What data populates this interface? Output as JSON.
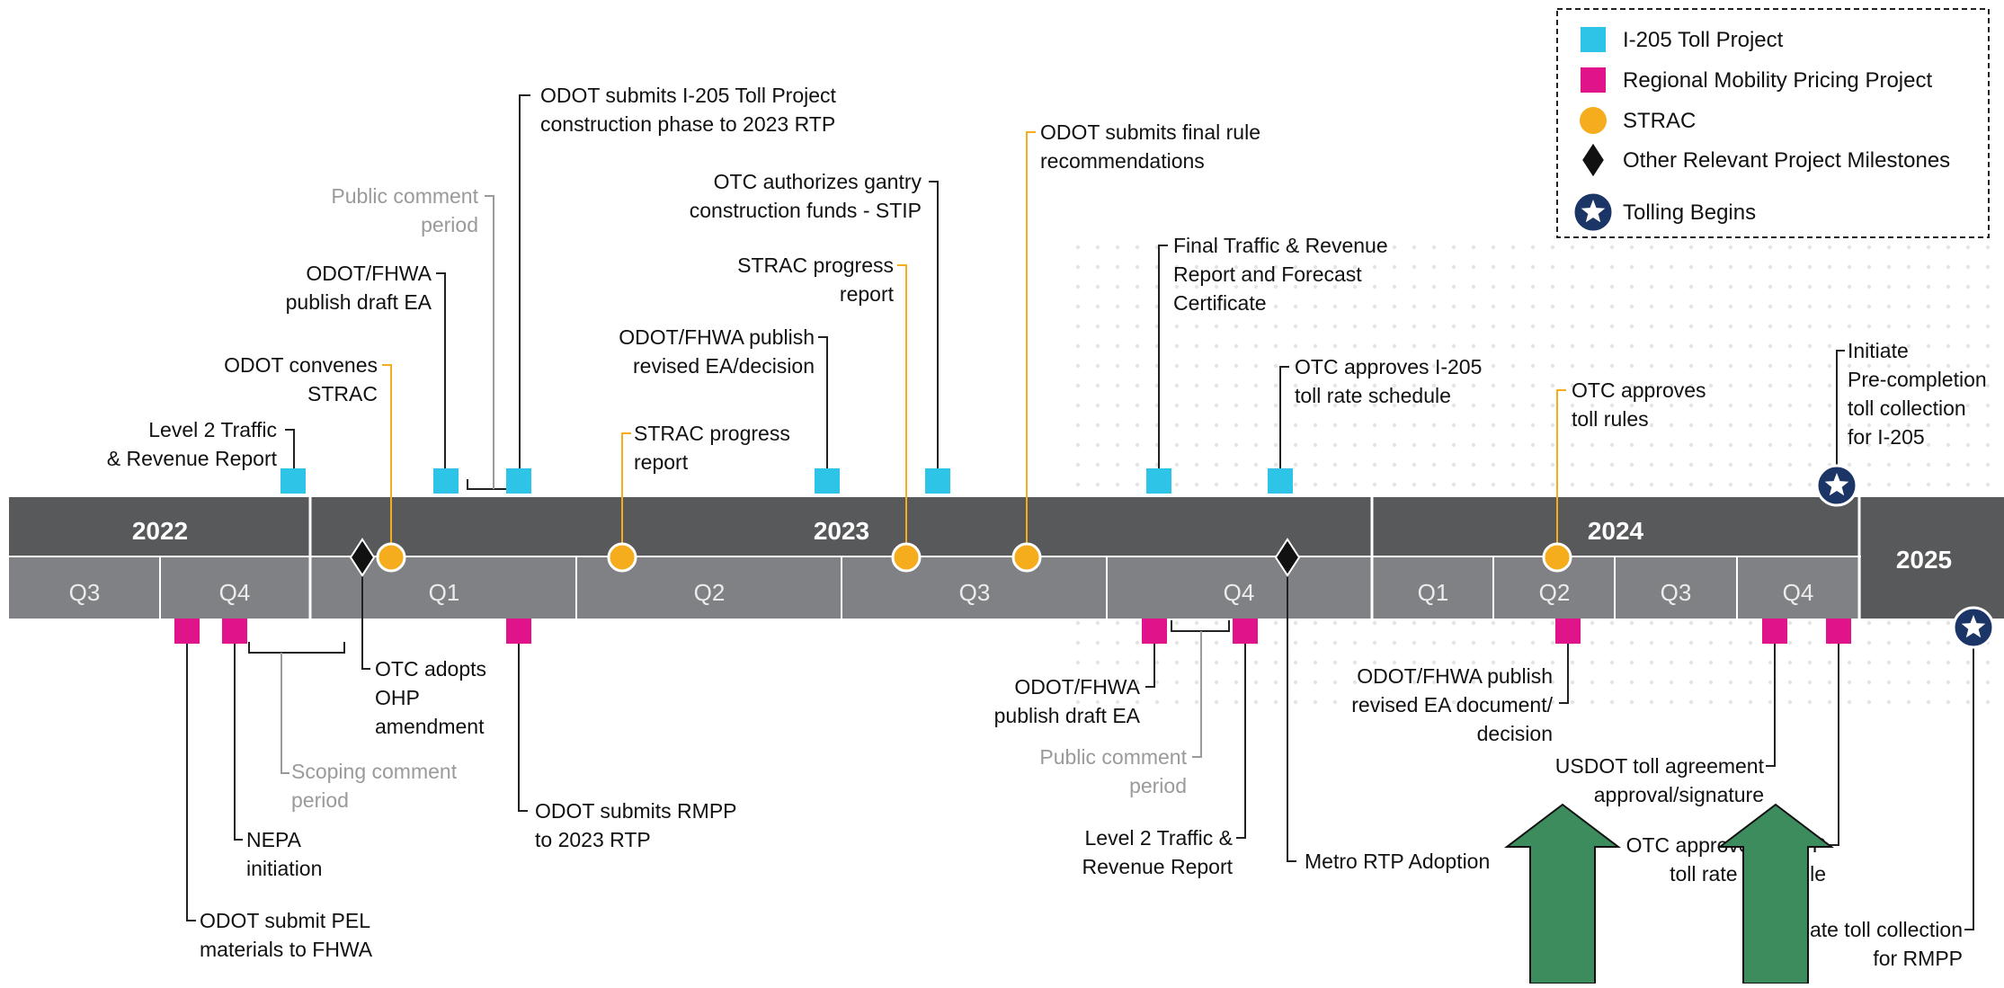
{
  "colors": {
    "i205": "#2ec4e8",
    "rmpp": "#e0138a",
    "strac": "#f5ad1d",
    "other": "#111111",
    "tolling": "#1a3566",
    "bar_dark": "#58595b",
    "bar_quarter": "#808184",
    "arrow": "#3d8c5e",
    "comment_gray": "#9a9a9a"
  },
  "legend": [
    {
      "kind": "square-cyan",
      "label": "I-205 Toll Project"
    },
    {
      "kind": "square-magenta",
      "label": "Regional Mobility Pricing Project"
    },
    {
      "kind": "circle-orange",
      "label": "STRAC"
    },
    {
      "kind": "diamond-black",
      "label": "Other Relevant Project Milestones"
    },
    {
      "kind": "star-navy",
      "label": "Tolling Begins"
    }
  ],
  "years": [
    "2022",
    "2023",
    "2024",
    "2025"
  ],
  "quarters": [
    "Q3",
    "Q4",
    "Q1",
    "Q2",
    "Q3",
    "Q4",
    "Q1",
    "Q2",
    "Q3",
    "Q4"
  ],
  "milestones_above": [
    {
      "lines": [
        "Level 2 Traffic",
        "& Revenue Report"
      ]
    },
    {
      "lines": [
        "ODOT convenes",
        "STRAC"
      ]
    },
    {
      "lines": [
        "ODOT/FHWA",
        "publish draft EA"
      ]
    },
    {
      "lines": [
        "Public comment",
        "period"
      ]
    },
    {
      "lines": [
        "ODOT submits I-205 Toll Project",
        "construction phase to 2023 RTP"
      ]
    },
    {
      "lines": [
        "STRAC progress",
        "report"
      ]
    },
    {
      "lines": [
        "ODOT/FHWA publish",
        "revised EA/decision"
      ]
    },
    {
      "lines": [
        "STRAC progress",
        "report"
      ]
    },
    {
      "lines": [
        "OTC authorizes gantry",
        "construction funds - STIP"
      ]
    },
    {
      "lines": [
        "ODOT submits final rule",
        "recommendations"
      ]
    },
    {
      "lines": [
        "Final Traffic & Revenue",
        "Report and Forecast",
        "Certificate"
      ]
    },
    {
      "lines": [
        "OTC approves I-205",
        "toll rate schedule"
      ]
    },
    {
      "lines": [
        "OTC approves",
        "toll rules"
      ]
    },
    {
      "lines": [
        "Initiate",
        "Pre-completion",
        "toll collection",
        "for I-205"
      ]
    }
  ],
  "milestones_below": [
    {
      "lines": [
        "ODOT submit PEL",
        "materials to FHWA"
      ]
    },
    {
      "lines": [
        "NEPA",
        "initiation"
      ]
    },
    {
      "lines": [
        "Scoping comment",
        "period"
      ]
    },
    {
      "lines": [
        "OTC adopts",
        "OHP",
        "amendment"
      ]
    },
    {
      "lines": [
        "ODOT submits RMPP",
        "to 2023 RTP"
      ]
    },
    {
      "lines": [
        "ODOT/FHWA",
        "publish draft EA"
      ]
    },
    {
      "lines": [
        "Public comment",
        "period"
      ]
    },
    {
      "lines": [
        "Level 2 Traffic &",
        "Revenue Report"
      ]
    },
    {
      "lines": [
        "Metro RTP Adoption"
      ]
    },
    {
      "lines": [
        "ODOT/FHWA publish",
        "revised EA document/",
        "decision"
      ]
    },
    {
      "lines": [
        "USDOT toll agreement",
        "approval/signature"
      ]
    },
    {
      "lines": [
        "OTC approves RMPP",
        "toll rate schedule"
      ]
    },
    {
      "lines": [
        "Initiate toll collection",
        "for RMPP"
      ]
    }
  ]
}
